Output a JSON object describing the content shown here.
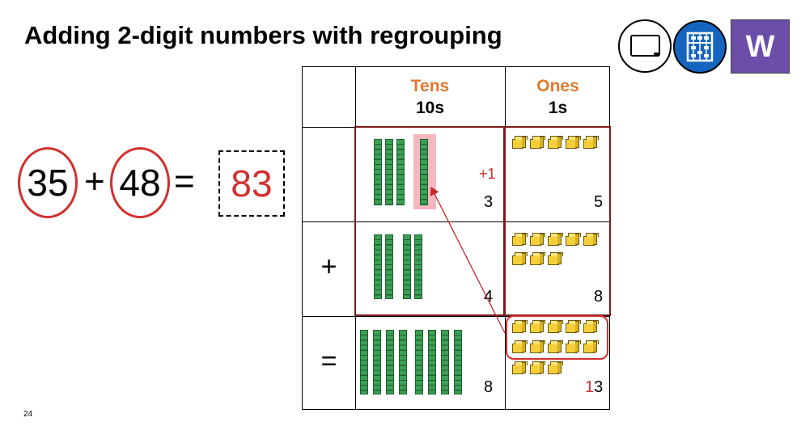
{
  "slide": {
    "title": "Adding 2-digit numbers with regrouping",
    "page_number": "24"
  },
  "equation": {
    "addend_a": "35",
    "plus": "+",
    "addend_b": "48",
    "equals": "=",
    "answer": "83"
  },
  "table": {
    "headers": {
      "tens_top": "Tens",
      "tens_bottom": "10s",
      "ones_top": "Ones",
      "ones_bottom": "1s"
    },
    "operators": {
      "plus": "+",
      "equals": "="
    },
    "row1": {
      "tens_count": "3",
      "carry": "+1",
      "ones_count": "5"
    },
    "row2": {
      "tens_count": "4",
      "ones_count": "8"
    },
    "row3": {
      "tens_count": "8",
      "ones_carry_digit": "1",
      "ones_unit_digit": "3"
    }
  },
  "icons": {
    "board": "whiteboard-icon",
    "abacus": "abacus-icon",
    "word": "W"
  },
  "colors": {
    "accent_red": "#d32f2f",
    "header_orange": "#e07a2e",
    "rod_green": "#3aa055",
    "cube_yellow": "#f5cf3a",
    "word_purple": "#6a4ea8",
    "abacus_blue": "#1565c0"
  }
}
